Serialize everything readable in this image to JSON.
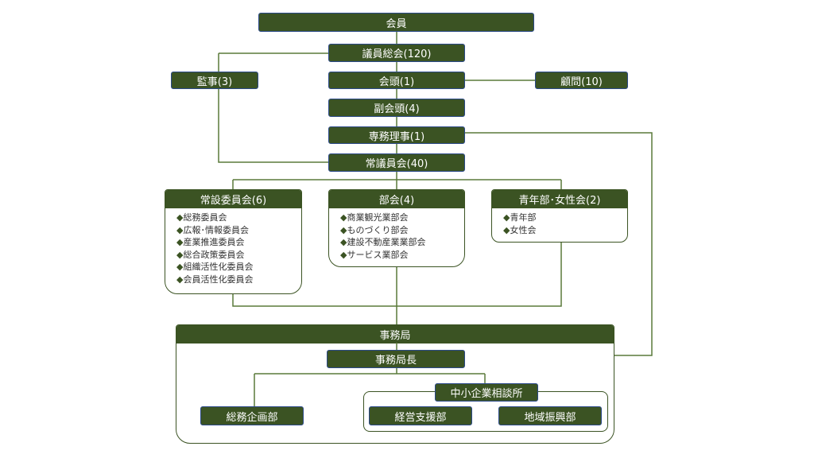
{
  "top": {
    "members": "会員",
    "general_assembly": "議員総会(120)",
    "auditor": "監事(3)",
    "president": "会頭(1)",
    "advisor": "顧問(10)",
    "vice_president": "副会頭(4)",
    "executive_director": "専務理事(1)",
    "standing_council": "常議員会(40)"
  },
  "committees": {
    "title": "常設委員会(6)",
    "items": [
      "総務委員会",
      "広報･情報委員会",
      "産業推進委員会",
      "総合政策委員会",
      "組織活性化委員会",
      "会員活性化委員会"
    ]
  },
  "divisions": {
    "title": "部会(4)",
    "items": [
      "商業観光業部会",
      "ものづくり部会",
      "建設不動産業業部会",
      "サービス業部会"
    ]
  },
  "youth_women": {
    "title": "青年部･女性会(2)",
    "items": [
      "青年部",
      "女性会"
    ]
  },
  "secretariat": {
    "title": "事務局",
    "director": "事務局長",
    "general_planning": "総務企画部",
    "sme_center": "中小企業相談所",
    "management_support": "経営支援部",
    "regional_promotion": "地域振興部"
  },
  "colors": {
    "box": "#3b5323",
    "line": "#5a7a3a"
  }
}
